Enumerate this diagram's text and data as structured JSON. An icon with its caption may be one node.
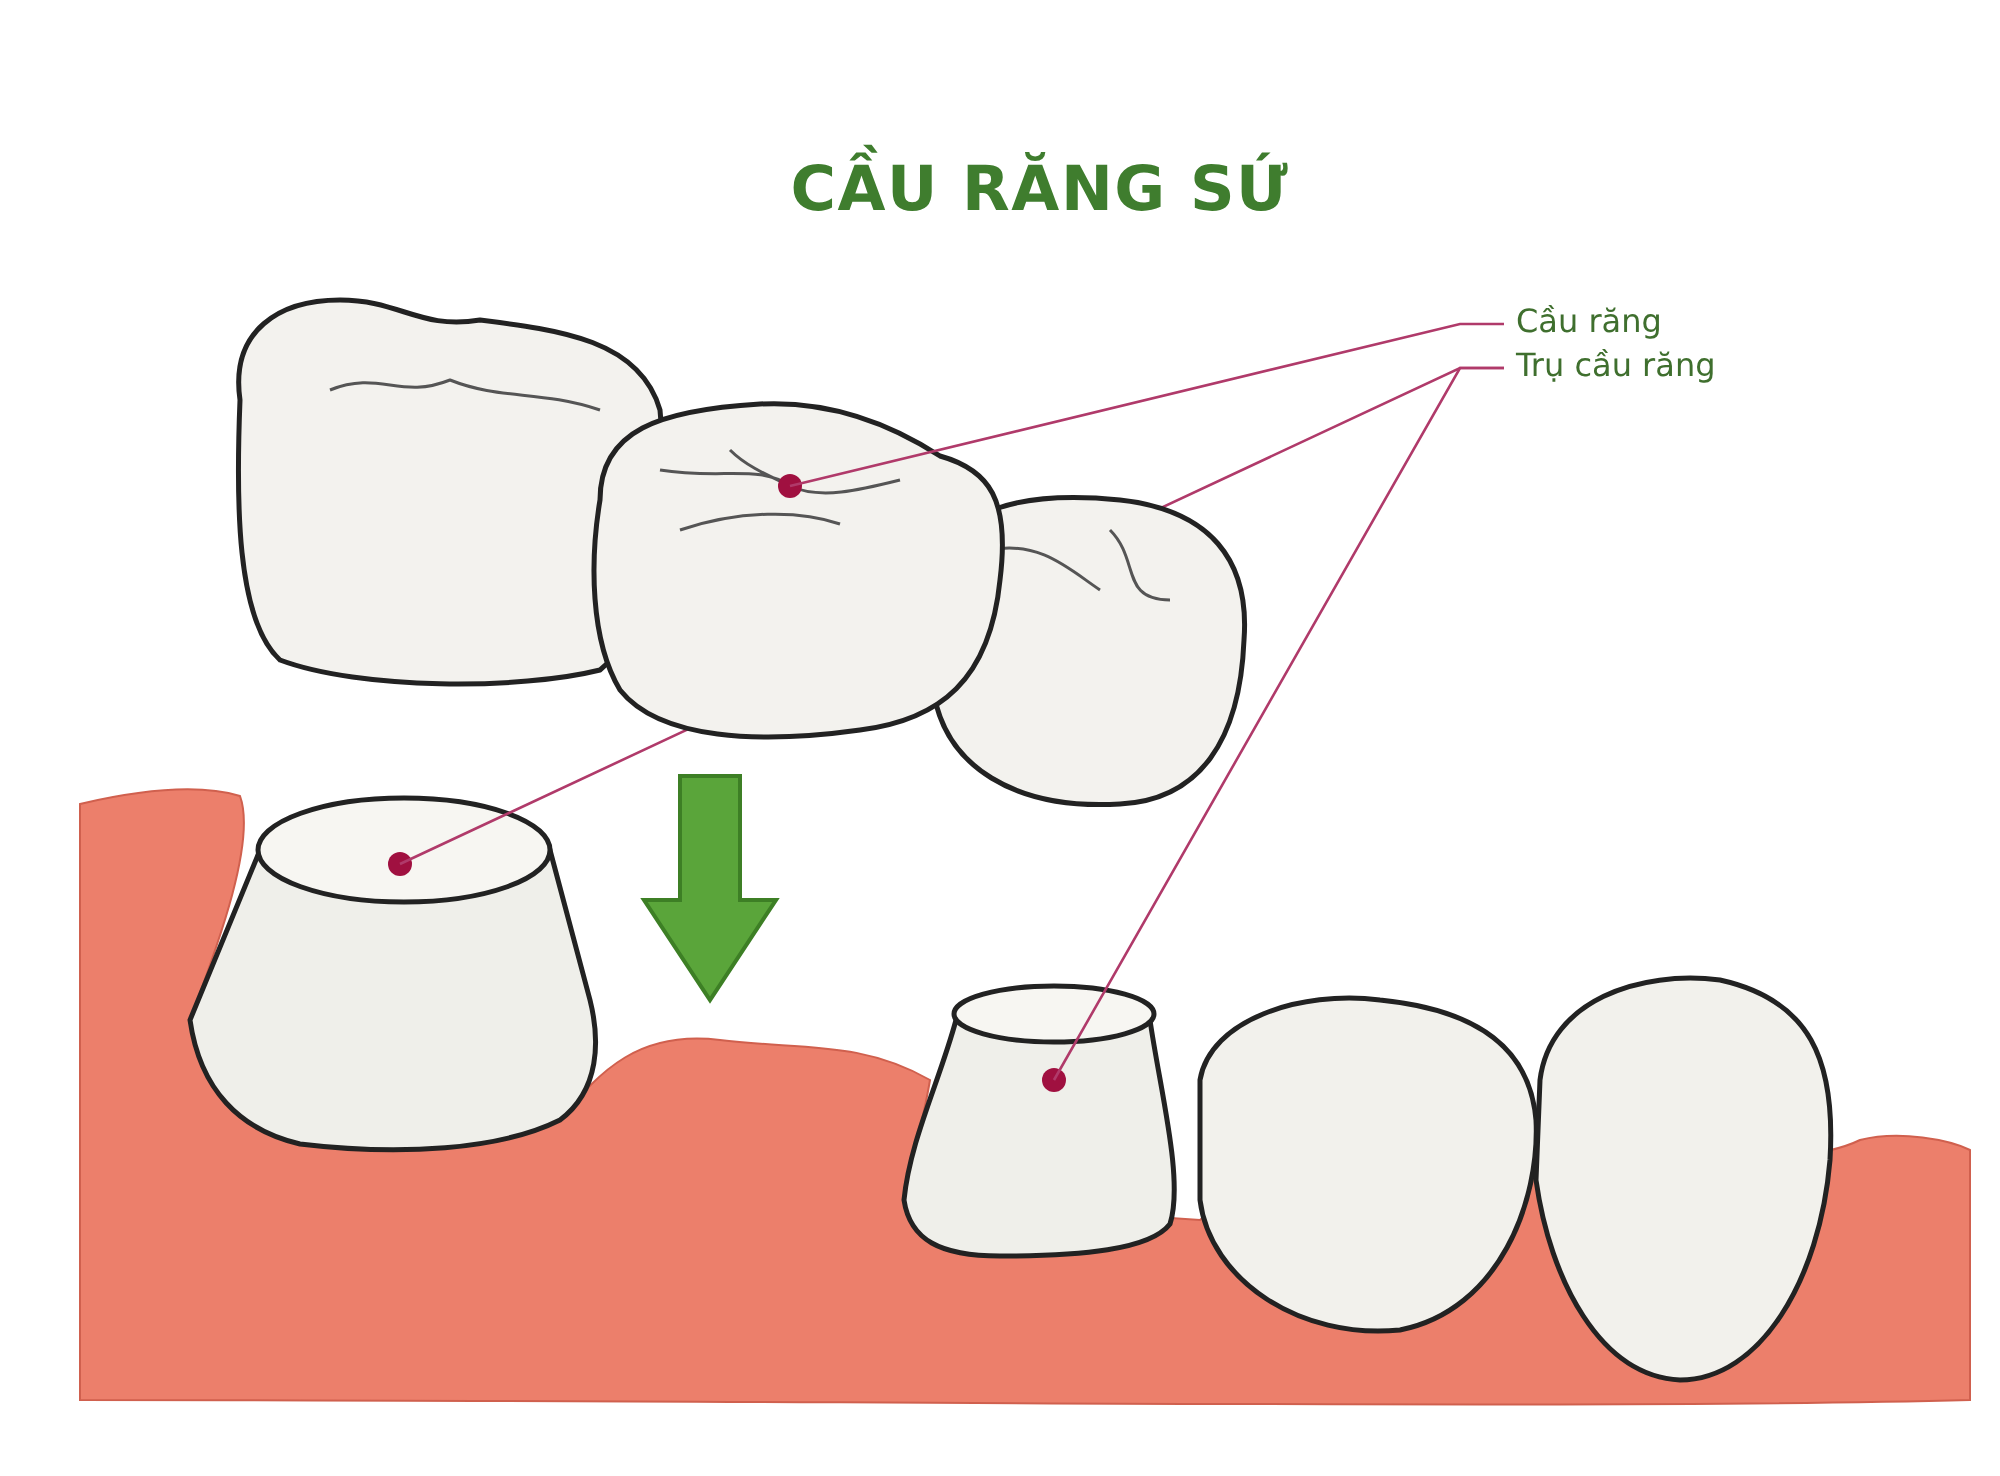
{
  "diagram": {
    "title": "CẦU RĂNG SỨ",
    "nodes": [
      {
        "text": [
          "Cầu răng"
        ]
      },
      {
        "text": [
          "Trụ cầu răng"
        ]
      },
      {
        "text": [],
        "shape": "picture"
      },
      {
        "text": [],
        "shape": "picture"
      },
      {
        "text": [],
        "shape": "picture"
      }
    ],
    "edges": [
      {
        "from": 0,
        "to": 2,
        "arrow": "none"
      },
      {
        "from": 1,
        "to": 3,
        "arrow": "none"
      },
      {
        "from": 1,
        "to": 4,
        "arrow": "none"
      }
    ]
  }
}
